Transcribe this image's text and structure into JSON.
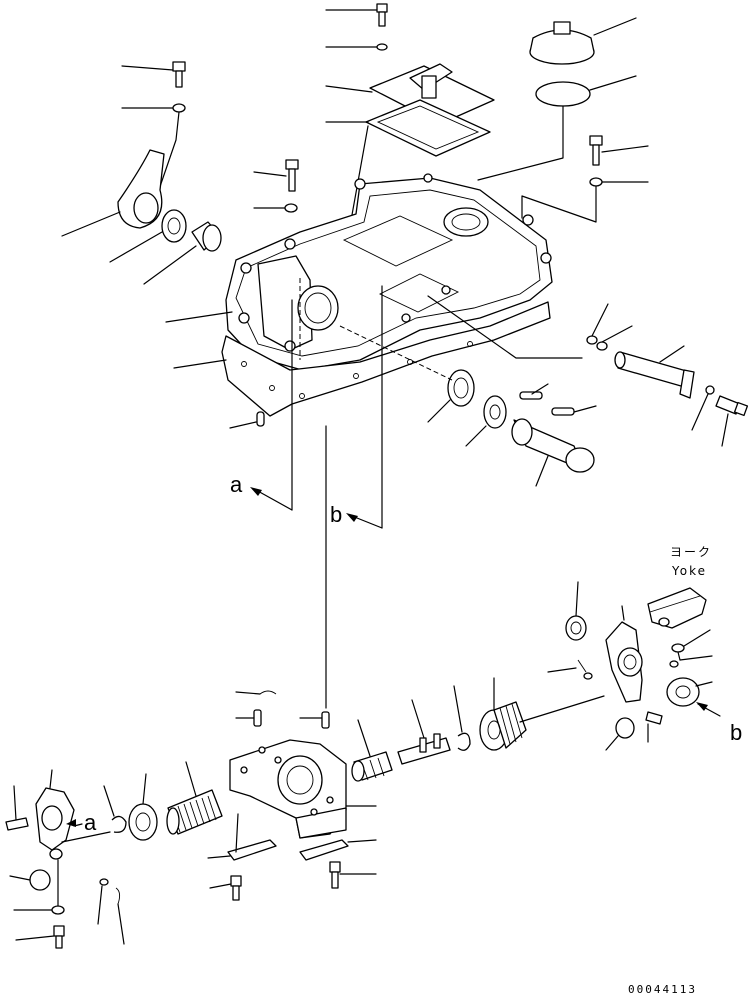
{
  "callouts": {
    "a_top": "a",
    "b_top": "b",
    "a_bottom": "a",
    "b_bottom": "b"
  },
  "yoke": {
    "jp": "ヨーク",
    "en": "Yoke"
  },
  "drawing_number": "00044113"
}
